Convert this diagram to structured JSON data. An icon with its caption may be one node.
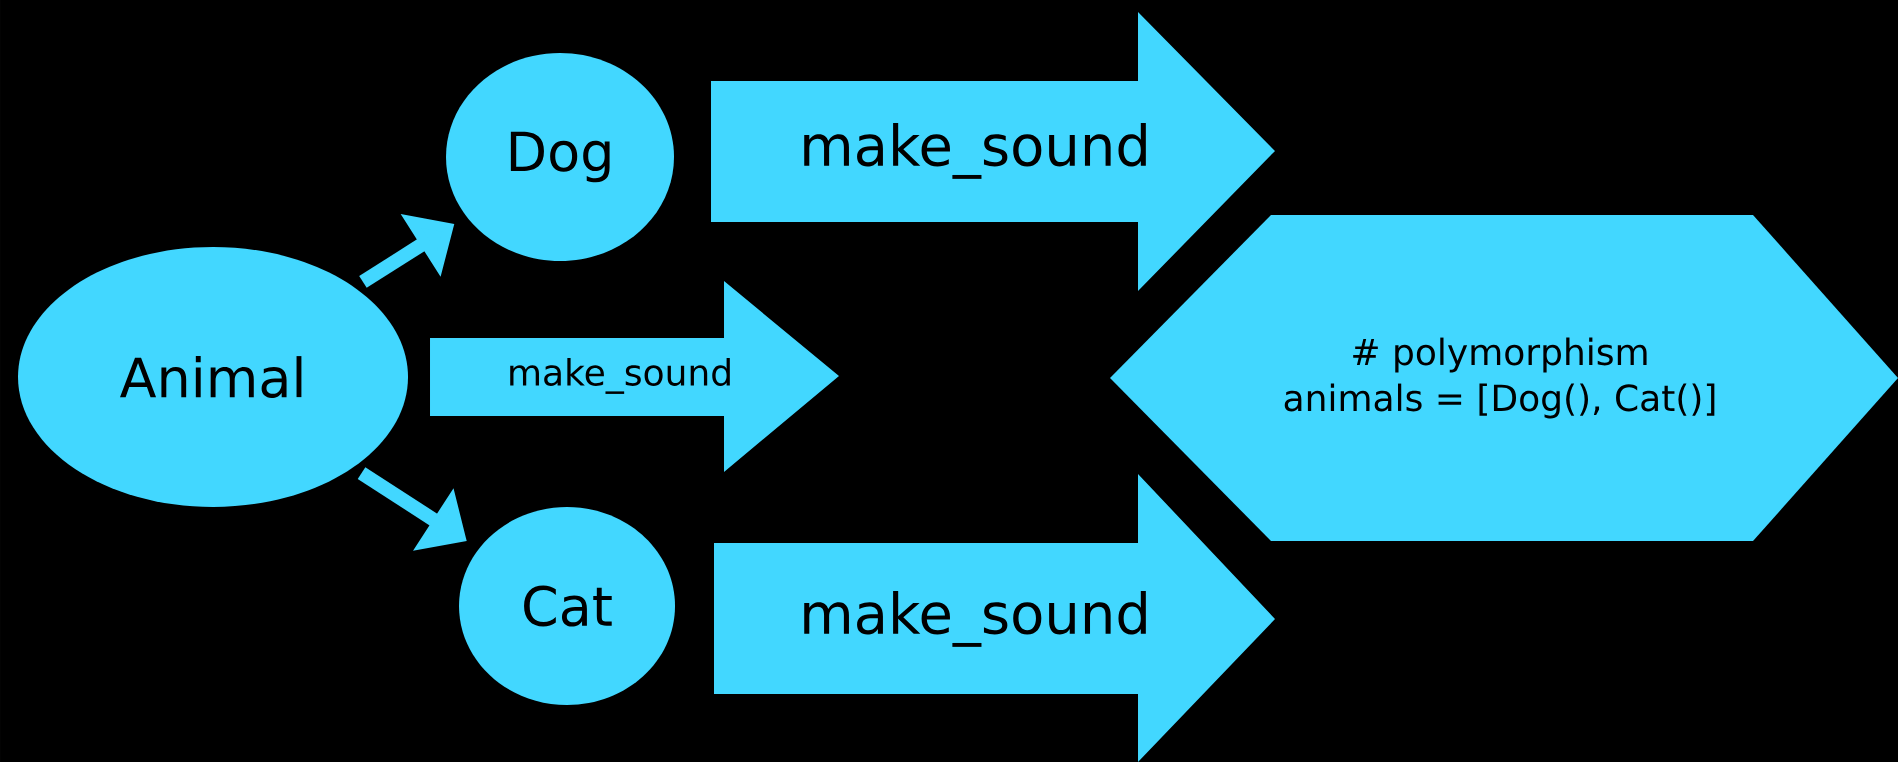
{
  "diagram": {
    "nodes": [
      {
        "text": [
          "Animal"
        ]
      },
      {
        "text": [
          "Dog"
        ]
      },
      {
        "text": [
          "make_sound"
        ]
      },
      {
        "text": [
          "make_sound"
        ]
      },
      {
        "text": [
          "# polymorphism",
          "animals = [Dog(), Cat()]"
        ]
      },
      {
        "text": [
          "Cat"
        ]
      },
      {
        "text": [
          "make_sound"
        ]
      }
    ],
    "edges": [
      {
        "from": 0,
        "to": 1,
        "arrow": "to"
      },
      {
        "from": 0,
        "to": 5,
        "arrow": "to"
      }
    ]
  }
}
